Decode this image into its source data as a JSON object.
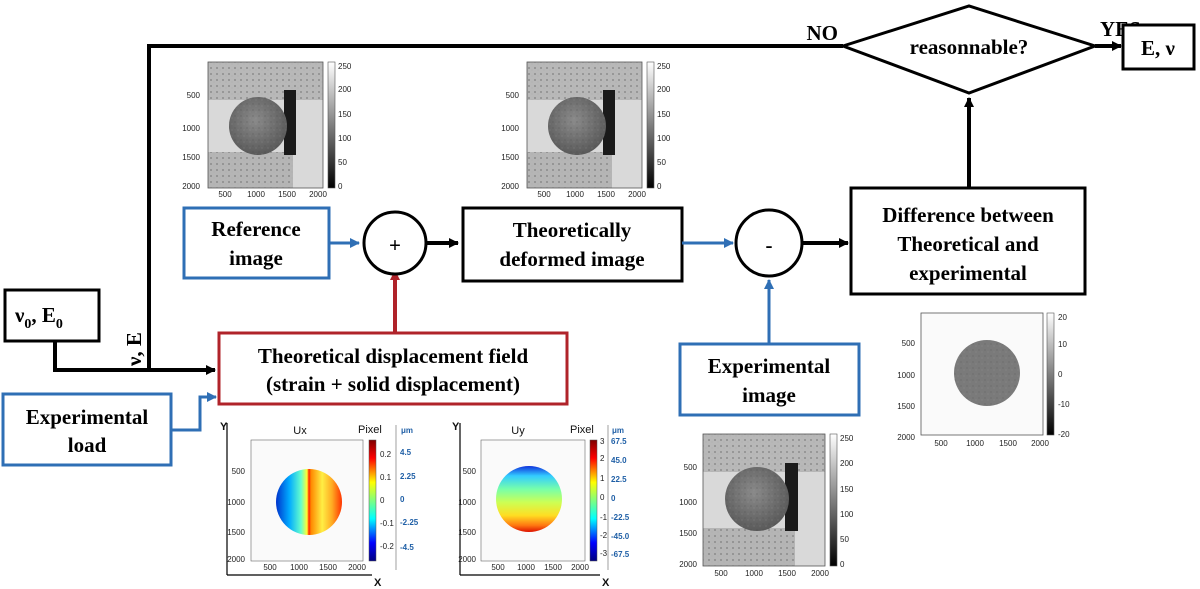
{
  "colors": {
    "black": "#000000",
    "blue": "#2f6fb5",
    "red": "#b0232a"
  },
  "labels": {
    "nu0": "ν",
    "nu0_sub": "0",
    "e0": ", E",
    "e0_sub": "0",
    "nu_e_vertical": "ν, E",
    "experimental_load_line1": "Experimental",
    "experimental_load_line2": "load",
    "reference_line1": "Reference",
    "reference_line2": "image",
    "plus": "+",
    "minus": "-",
    "theoretical_deformed_line1": "Theoretically",
    "theoretical_deformed_line2": "deformed image",
    "displacement_line1": "Theoretical displacement field",
    "displacement_line2": "(strain + solid displacement)",
    "experimental_image_line1": "Experimental",
    "experimental_image_line2": "image",
    "difference_line1": "Difference between",
    "difference_line2": "Theoretical and",
    "difference_line3": "experimental",
    "decision": "reasonnable?",
    "no": "NO",
    "yes": "YES",
    "result": "E, ν"
  },
  "gray_images": {
    "axis_y": [
      "500",
      "1000",
      "1500",
      "2000"
    ],
    "axis_x": [
      "500",
      "1000",
      "1500",
      "2000"
    ],
    "colorbar": [
      "250",
      "200",
      "150",
      "100",
      "50",
      "0"
    ]
  },
  "diff_image": {
    "axis_y": [
      "500",
      "1000",
      "1500",
      "2000"
    ],
    "axis_x": [
      "500",
      "1000",
      "1500",
      "2000"
    ],
    "colorbar": [
      "20",
      "10",
      "0",
      "-10",
      "-20"
    ]
  },
  "ux_plot": {
    "title": "Ux",
    "y_axis": "Y",
    "x_axis": "X",
    "pixel_label": "Pixel",
    "um_label": "μm",
    "axis_y": [
      "500",
      "1000",
      "1500",
      "2000"
    ],
    "axis_x": [
      "500",
      "1000",
      "1500",
      "2000"
    ],
    "pixel_ticks": [
      "0.2",
      "0.1",
      "0",
      "-0.1",
      "-0.2"
    ],
    "um_ticks": [
      "4.5",
      "2.25",
      "0",
      "-2.25",
      "-4.5"
    ]
  },
  "uy_plot": {
    "title": "Uy",
    "y_axis": "Y",
    "x_axis": "X",
    "pixel_label": "Pixel",
    "um_label": "μm",
    "axis_y": [
      "500",
      "1000",
      "1500",
      "2000"
    ],
    "axis_x": [
      "500",
      "1000",
      "1500",
      "2000"
    ],
    "pixel_ticks": [
      "3",
      "2",
      "1",
      "0",
      "-1",
      "-2",
      "-3"
    ],
    "um_ticks": [
      "67.5",
      "45.0",
      "22.5",
      "0",
      "-22.5",
      "-45.0",
      "-67.5"
    ]
  }
}
